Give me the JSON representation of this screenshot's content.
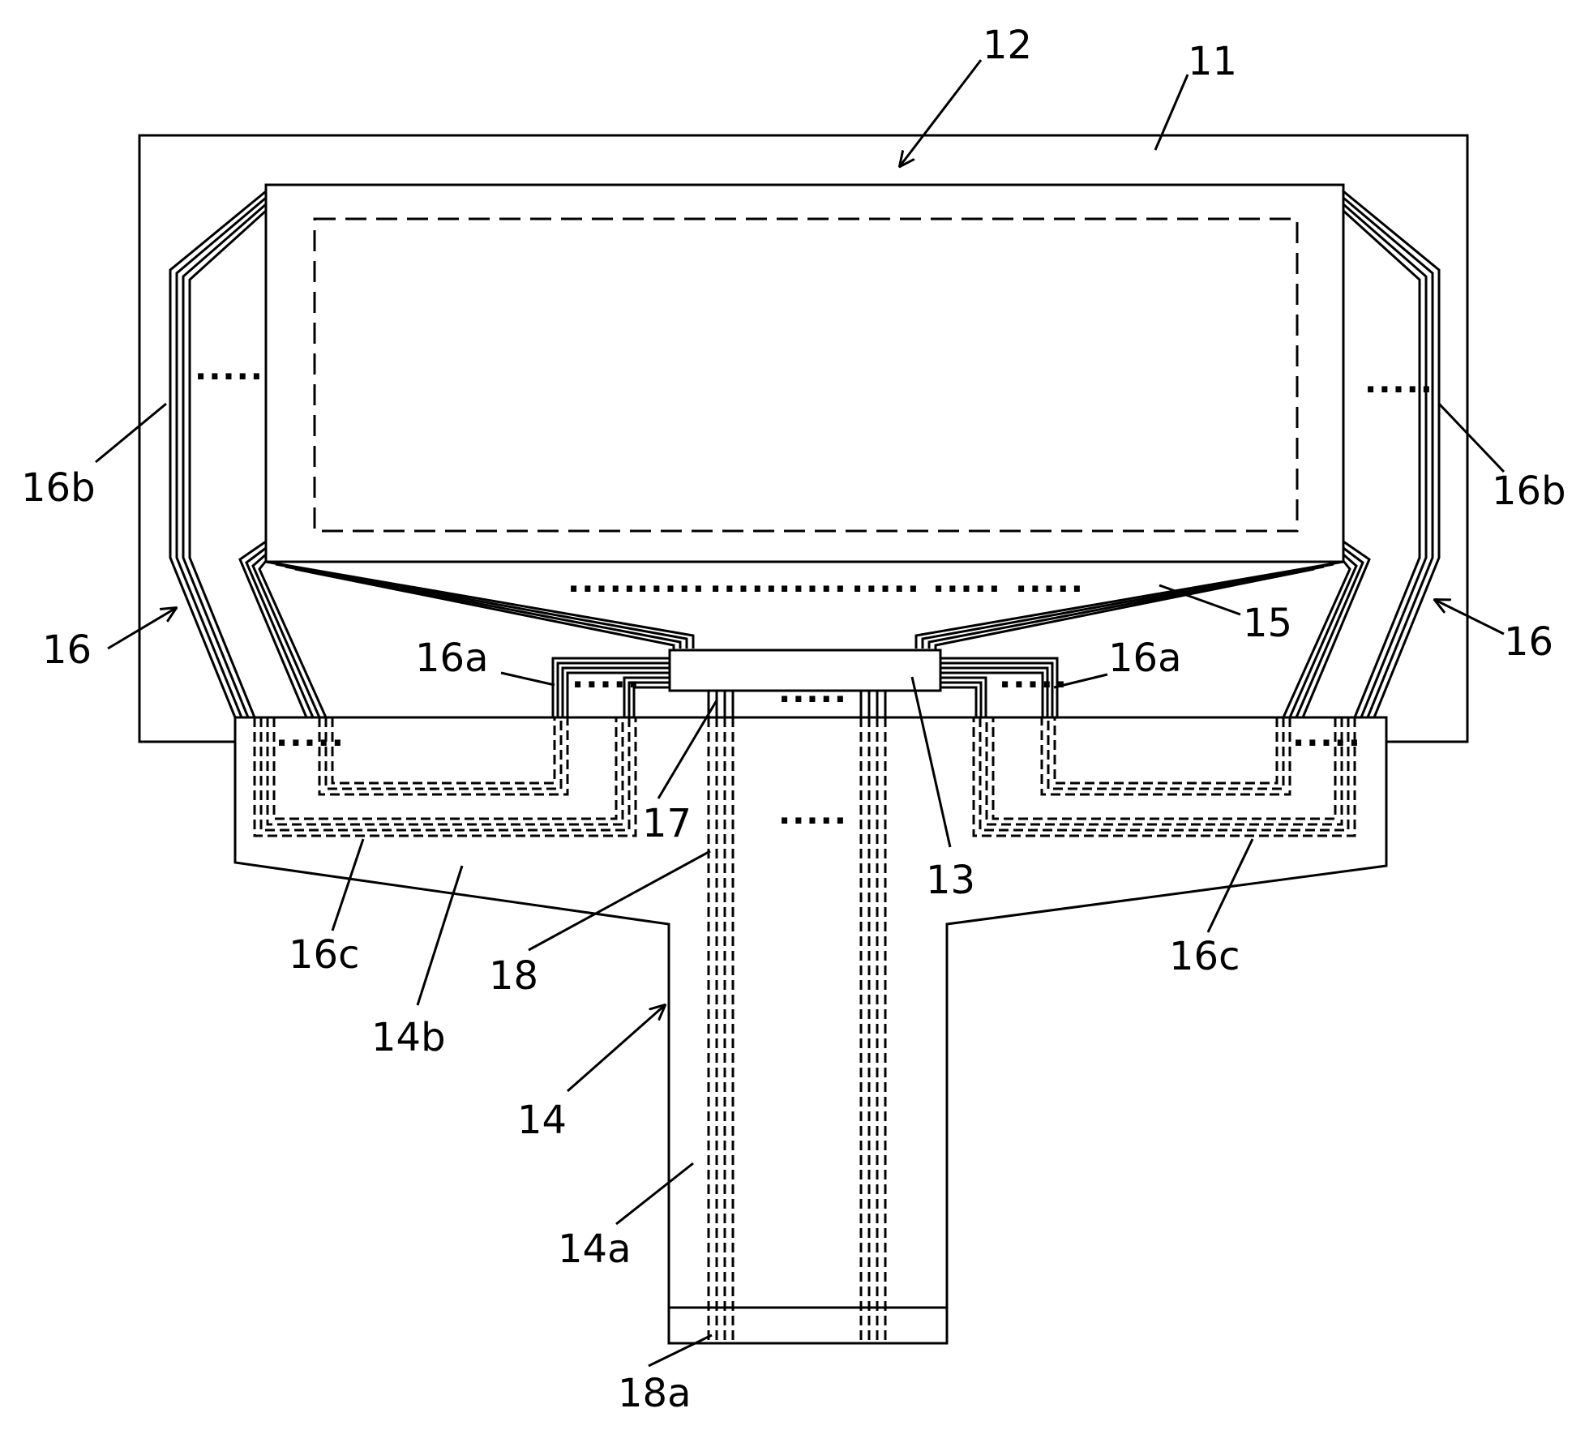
{
  "labels": {
    "l12": "12",
    "l11": "11",
    "l16b_left": "16b",
    "l16b_right": "16b",
    "l16_left": "16",
    "l16_right": "16",
    "l15": "15",
    "l16a_left": "16a",
    "l16a_right": "16a",
    "l17": "17",
    "l13": "13",
    "l16c_left": "16c",
    "l16c_right": "16c",
    "l14b": "14b",
    "l18": "18",
    "l14": "14",
    "l14a": "14a",
    "l18a": "18a"
  },
  "ellipsis": "·····"
}
